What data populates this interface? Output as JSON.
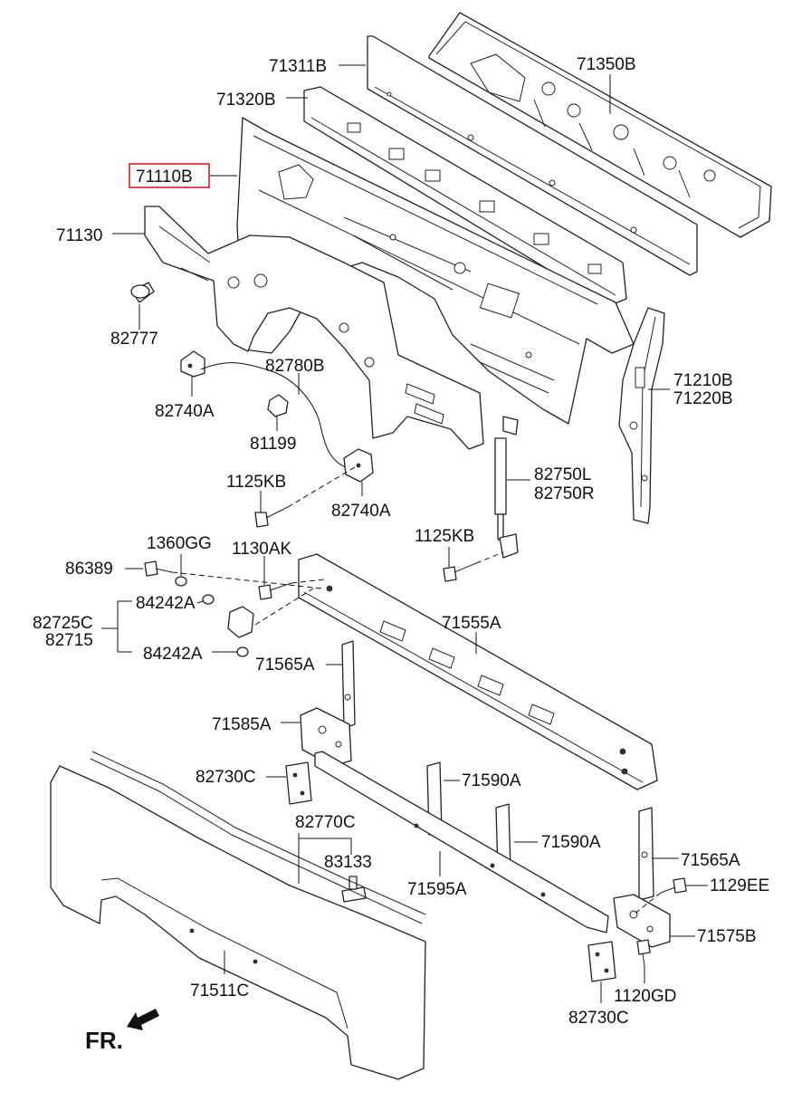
{
  "labels": {
    "l71311B": "71311B",
    "l71350B": "71350B",
    "l71320B": "71320B",
    "l71110B": "71110B",
    "l71130": "71130",
    "l82777": "82777",
    "l82780B": "82780B",
    "l82740A_1": "82740A",
    "l81199": "81199",
    "l71210B": "71210B",
    "l71220B": "71220B",
    "l1125KB_1": "1125KB",
    "l82740A_2": "82740A",
    "l82750L": "82750L",
    "l82750R": "82750R",
    "l1360GG": "1360GG",
    "l1130AK": "1130AK",
    "l1125KB_2": "1125KB",
    "l86389": "86389",
    "l84242A_1": "84242A",
    "l82725C": "82725C",
    "l82715": "82715",
    "l84242A_2": "84242A",
    "l71555A": "71555A",
    "l71565A_1": "71565A",
    "l71585A": "71585A",
    "l82730C_1": "82730C",
    "l71590A_1": "71590A",
    "l82770C": "82770C",
    "l71590A_2": "71590A",
    "l83133": "83133",
    "l71565A_2": "71565A",
    "l71595A": "71595A",
    "l1129EE": "1129EE",
    "l71575B": "71575B",
    "l71511C": "71511C",
    "l1120GD": "1120GD",
    "l82730C_2": "82730C",
    "fr": "FR."
  },
  "colors": {
    "line": "#222222",
    "highlight": "#e11b22",
    "background": "#ffffff"
  },
  "icons": {
    "direction": "front-direction-arrow-icon"
  }
}
